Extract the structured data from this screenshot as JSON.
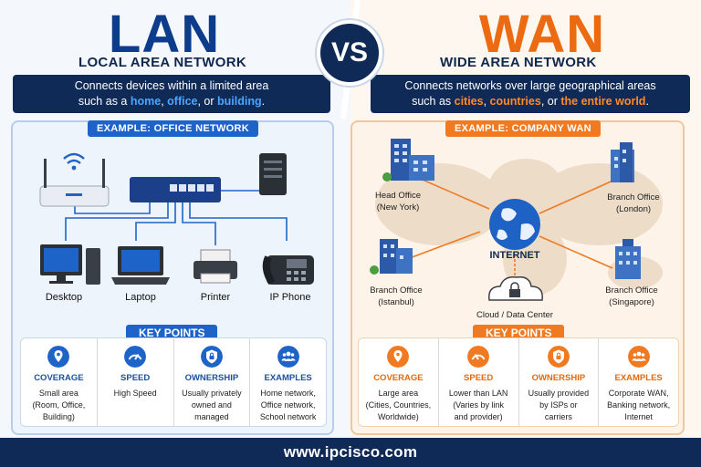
{
  "lan": {
    "title": "LAN",
    "subtitle": "LOCAL AREA NETWORK",
    "banner_line1": "Connects devices within a limited area",
    "banner_prefix": "such as a ",
    "banner_hl1": "home",
    "banner_sep1": ", ",
    "banner_hl2": "office",
    "banner_sep2": ", or ",
    "banner_hl3": "building",
    "banner_end": ".",
    "example_label": "EXAMPLE: OFFICE NETWORK",
    "devices": [
      "Desktop",
      "Laptop",
      "Printer",
      "IP Phone"
    ],
    "key_points_title": "KEY POINTS",
    "key_points": [
      {
        "icon": "location-pin-icon",
        "head": "COVERAGE",
        "text": [
          "Small area",
          "(Room, Office,",
          "Building)"
        ]
      },
      {
        "icon": "speedometer-icon",
        "head": "SPEED",
        "text": [
          "High Speed"
        ]
      },
      {
        "icon": "shield-lock-icon",
        "head": "OWNERSHIP",
        "text": [
          "Usually privately",
          "owned and",
          "managed"
        ]
      },
      {
        "icon": "users-icon",
        "head": "EXAMPLES",
        "text": [
          "Home network,",
          "Office network,",
          "School network"
        ]
      }
    ]
  },
  "vs": "VS",
  "wan": {
    "title": "WAN",
    "subtitle": "WIDE AREA NETWORK",
    "banner_line1": "Connects networks over large geographical areas",
    "banner_prefix": "such as ",
    "banner_hl1": "cities",
    "banner_sep1": ", ",
    "banner_hl2": "countries",
    "banner_sep2": ", or ",
    "banner_hl3": "the entire world",
    "banner_end": ".",
    "example_label": "EXAMPLE: COMPANY WAN",
    "sites": [
      {
        "name": "Head Office",
        "place": "(New York)"
      },
      {
        "name": "Branch Office",
        "place": "(London)"
      },
      {
        "name": "Branch Office",
        "place": "(Istanbul)"
      },
      {
        "name": "Branch Office",
        "place": "(Singapore)"
      }
    ],
    "internet_label": "INTERNET",
    "cloud_label": "Cloud / Data Center",
    "key_points_title": "KEY POINTS",
    "key_points": [
      {
        "icon": "location-pin-icon",
        "head": "COVERAGE",
        "text": [
          "Large area",
          "(Cities, Countries,",
          "Worldwide)"
        ]
      },
      {
        "icon": "speedometer-icon",
        "head": "SPEED",
        "text": [
          "Lower than LAN",
          "(Varies by link",
          "and provider)"
        ]
      },
      {
        "icon": "shield-lock-icon",
        "head": "OWNERSHIP",
        "text": [
          "Usually provided",
          "by ISPs or",
          "carriers"
        ]
      },
      {
        "icon": "users-icon",
        "head": "EXAMPLES",
        "text": [
          "Corporate WAN,",
          "Banking network,",
          "Internet"
        ]
      }
    ]
  },
  "footer": "www.ipcisco.com",
  "colors": {
    "lan_primary": "#0d3c8c",
    "wan_primary": "#ec6b12",
    "navy": "#0f2a57"
  }
}
